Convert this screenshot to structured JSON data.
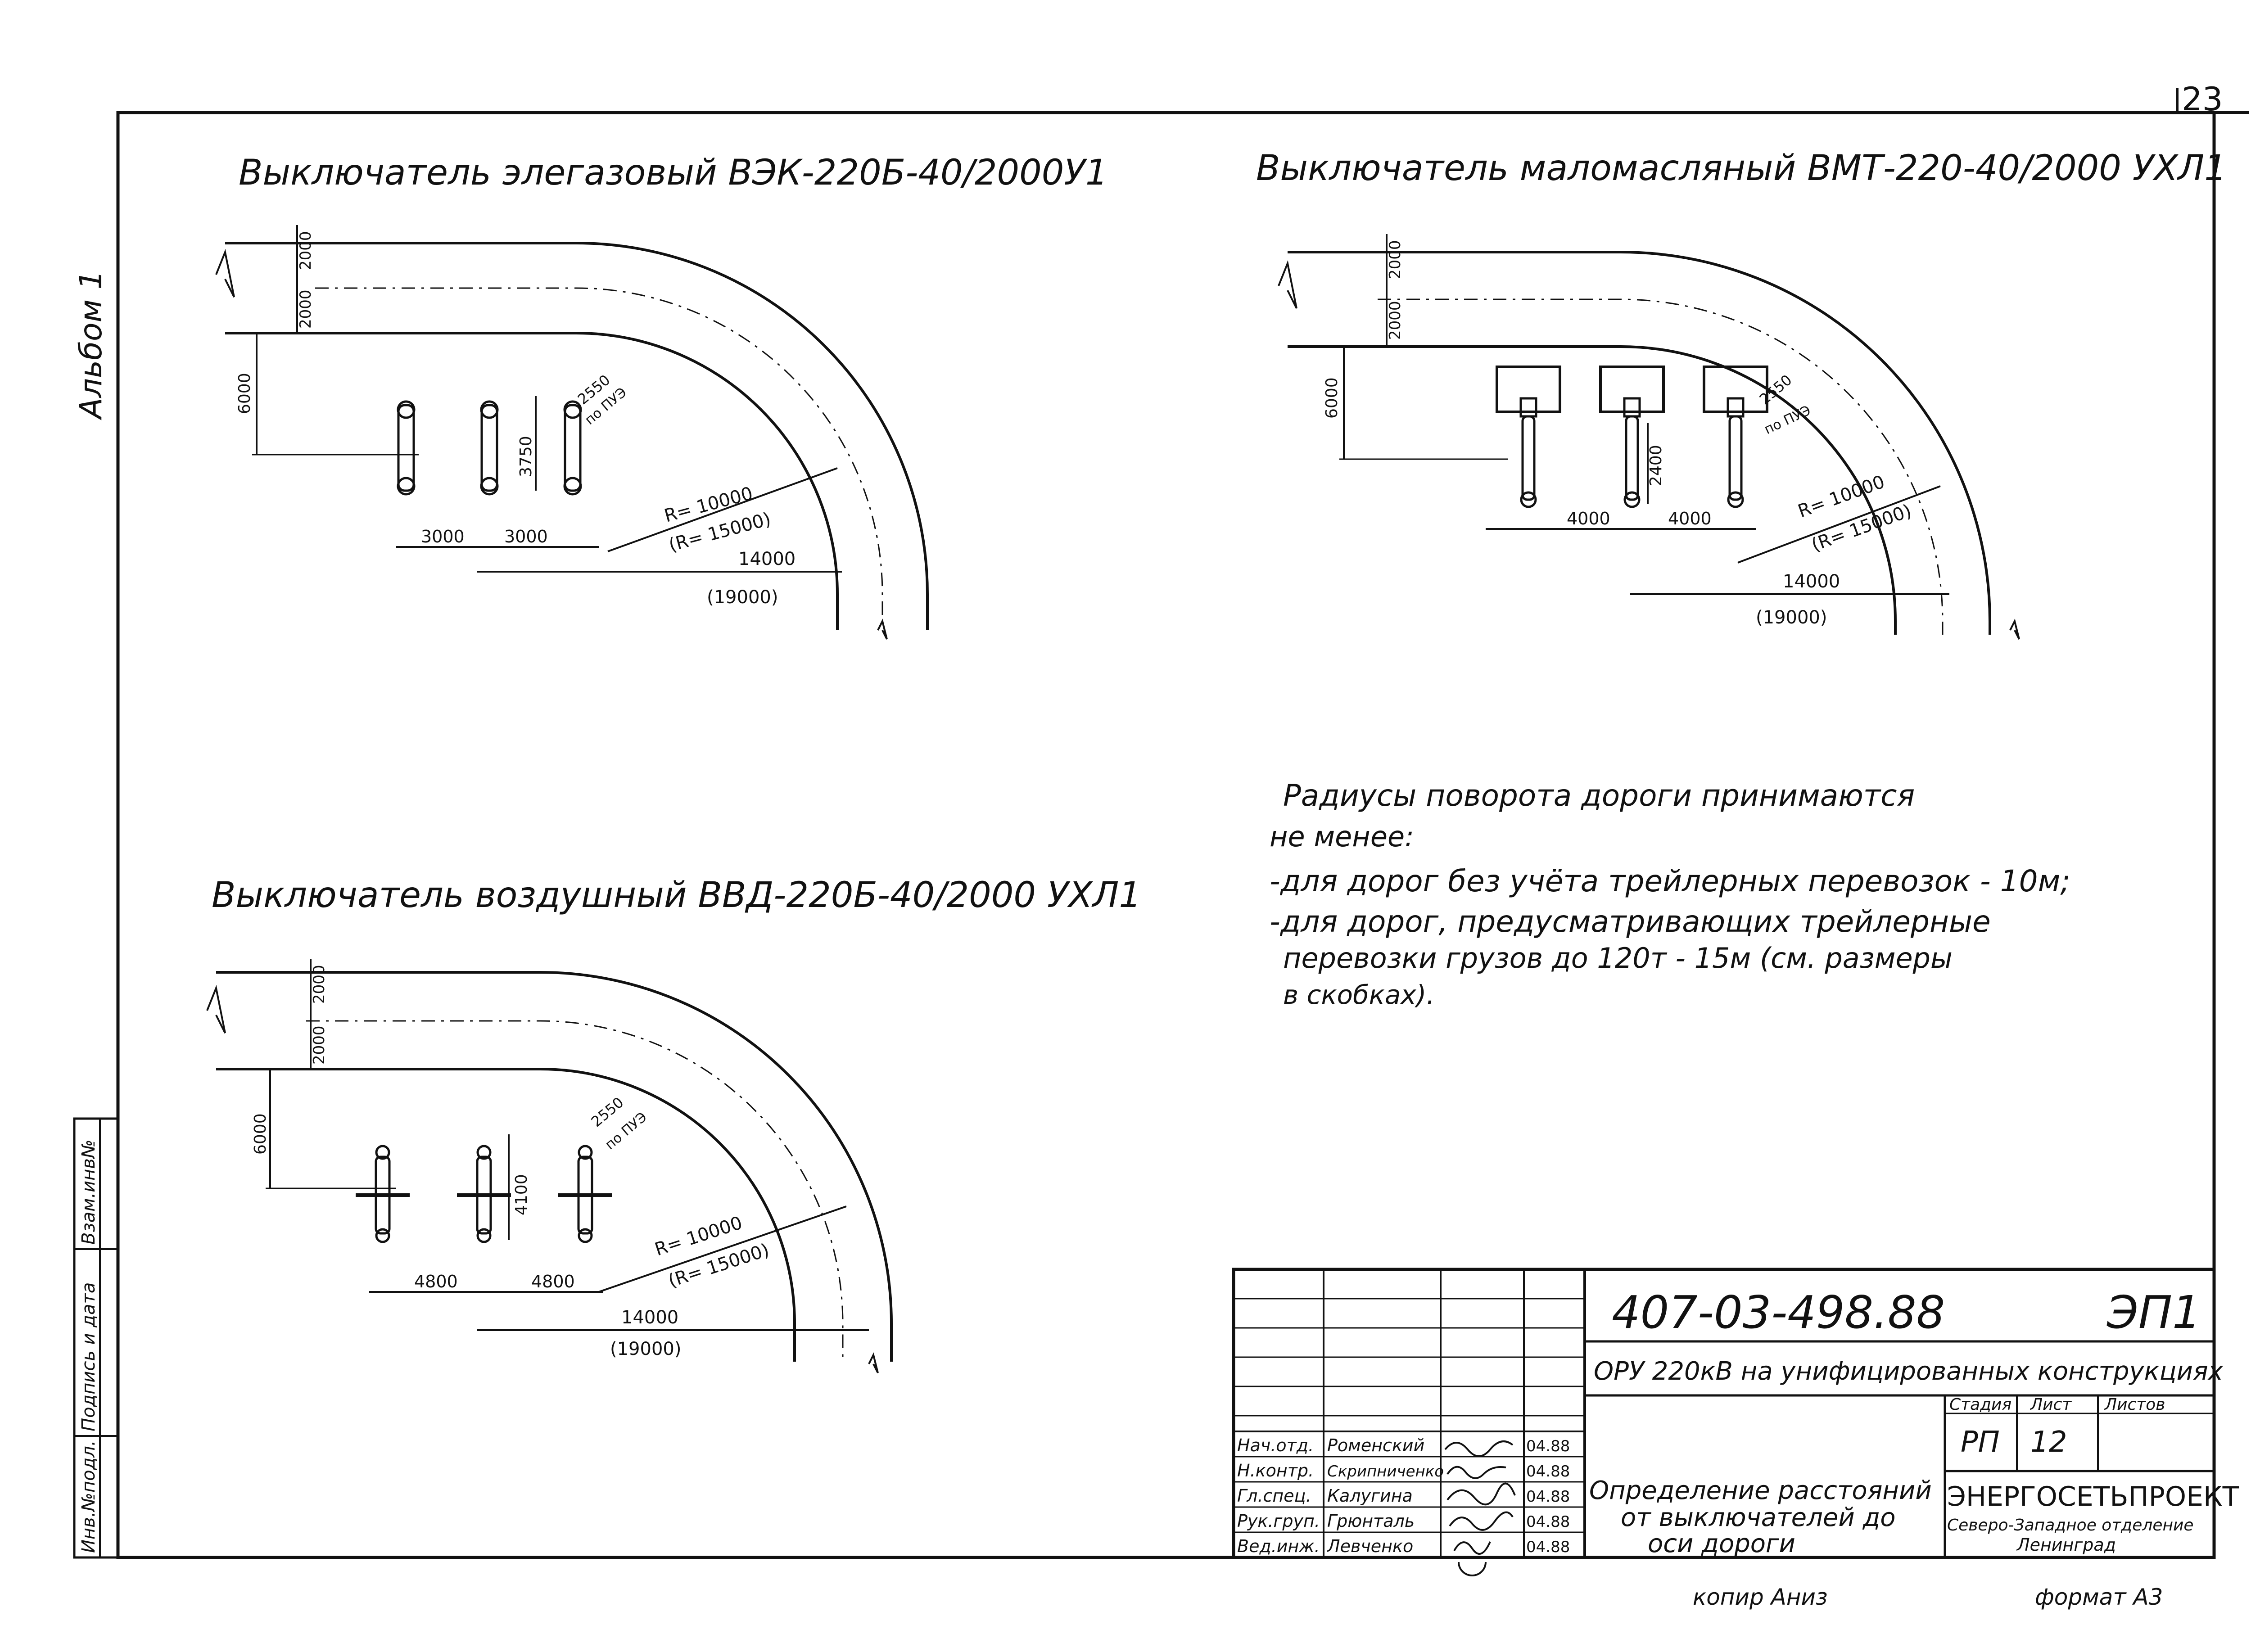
{
  "sheet": {
    "page_number": "23",
    "album": "Альбом 1",
    "copied": "копир Аниз",
    "format": "формат А3",
    "side_labels": [
      "Инв.№подл.",
      "Подпись и дата",
      "Взам.инв№"
    ]
  },
  "drawings": [
    {
      "title": "Выключатель элегазовый ВЭК-220Б-40/2000У1",
      "dims": {
        "top_a": "2000",
        "top_b": "2000",
        "left": "6000",
        "pitch_1": "3000",
        "pitch_2": "3000",
        "height": "3750",
        "clearance": "2550",
        "clearance_note": "по ПУЭ",
        "radius": "R= 10000",
        "radius_alt": "(R= 15000)",
        "offset": "14000",
        "offset_alt": "(19000)"
      }
    },
    {
      "title": "Выключатель маломасляный ВМТ-220-40/2000 УХЛ1",
      "dims": {
        "top_a": "2000",
        "top_b": "2000",
        "left": "6000",
        "pitch_1": "4000",
        "pitch_2": "4000",
        "height": "2400",
        "clearance": "2550",
        "clearance_note": "по ПУЭ",
        "radius": "R= 10000",
        "radius_alt": "(R= 15000)",
        "offset": "14000",
        "offset_alt": "(19000)"
      }
    },
    {
      "title": "Выключатель воздушный ВВД-220Б-40/2000 УХЛ1",
      "dims": {
        "top_a": "2000",
        "top_b": "2000",
        "left": "6000",
        "pitch_1": "4800",
        "pitch_2": "4800",
        "height": "4100",
        "clearance": "2550",
        "clearance_note": "по ПУЭ",
        "radius": "R= 10000",
        "radius_alt": "(R= 15000)",
        "offset": "14000",
        "offset_alt": "(19000)"
      }
    }
  ],
  "note": {
    "lines": [
      "Радиусы поворота дороги принимаются",
      "не менее:",
      "-для дорог без учёта трейлерных перевозок - 10м;",
      "-для дорог, предусматривающих трейлерные",
      "перевозки грузов до 120т - 15м (см. размеры",
      "в скобках)."
    ]
  },
  "title_block": {
    "doc_code": "407-03-498.88",
    "mark": "ЭП1",
    "project": "ОРУ 220кВ на унифицированных конструкциях",
    "sheet_title": [
      "Определение расстояний",
      "от выключателей до",
      "оси дороги"
    ],
    "stage_header": "Стадия",
    "sheet_header": "Лист",
    "sheets_header": "Листов",
    "stage": "РП",
    "sheet_no": "12",
    "org": "ЭНЕРГОСЕТЬПРОЕКТ",
    "org_branch": "Северо-Западное отделение",
    "org_city": "Ленинград",
    "staff": [
      {
        "role": "Нач.отд.",
        "name": "Роменский",
        "date": "04.88"
      },
      {
        "role": "Н.контр.",
        "name": "Скрипниченко",
        "date": "04.88"
      },
      {
        "role": "Гл.спец.",
        "name": "Калугина",
        "date": "04.88"
      },
      {
        "role": "Рук.груп.",
        "name": "Грюнталь",
        "date": "04.88"
      },
      {
        "role": "Вед.инж.",
        "name": "Левченко",
        "date": "04.88"
      }
    ]
  }
}
